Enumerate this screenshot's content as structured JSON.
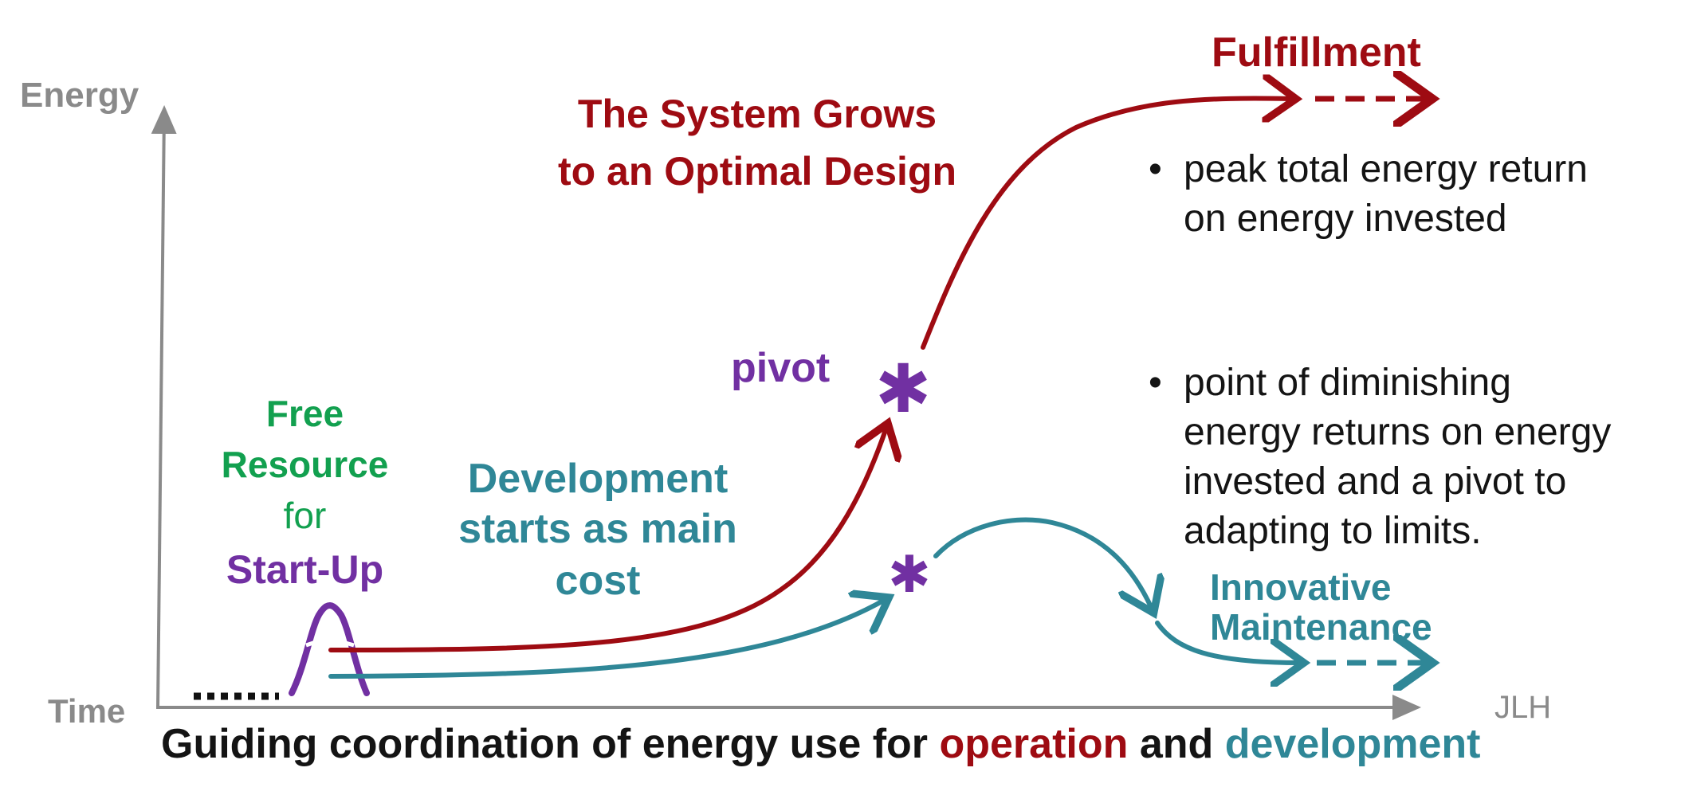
{
  "axes": {
    "y_label": "Energy",
    "x_label": "Time",
    "credit": "JLH"
  },
  "labels": {
    "title_line1": "The System Grows",
    "title_line2": "to an Optimal Design",
    "fulfillment": "Fulfillment",
    "pivot": "pivot",
    "free_line1": "Free",
    "free_line2": "Resource",
    "free_line3": "for",
    "free_line4": "Start-Up",
    "dev_line1": "Development",
    "dev_line2": "starts as main",
    "dev_line3": "cost",
    "innov_line1": "Innovative",
    "innov_line2": "Maintenance",
    "star_glyph": "✱"
  },
  "bullets": {
    "b1_line1": "peak total energy return",
    "b1_line2": "on energy invested",
    "b2_line1": "point of diminishing",
    "b2_line2": "energy returns on energy",
    "b2_line3": "invested and a pivot to",
    "b2_line4": "adapting to limits.",
    "bullet_glyph": "•"
  },
  "caption": {
    "part1": "Guiding coordination of energy use for",
    "operation": "operation",
    "part2": "and",
    "development": "development"
  },
  "colors": {
    "operation": "#9e0b12",
    "development": "#2f8797",
    "pivot": "#7130a2",
    "free_resource": "#12a04f",
    "axis": "#8a8a8a"
  }
}
